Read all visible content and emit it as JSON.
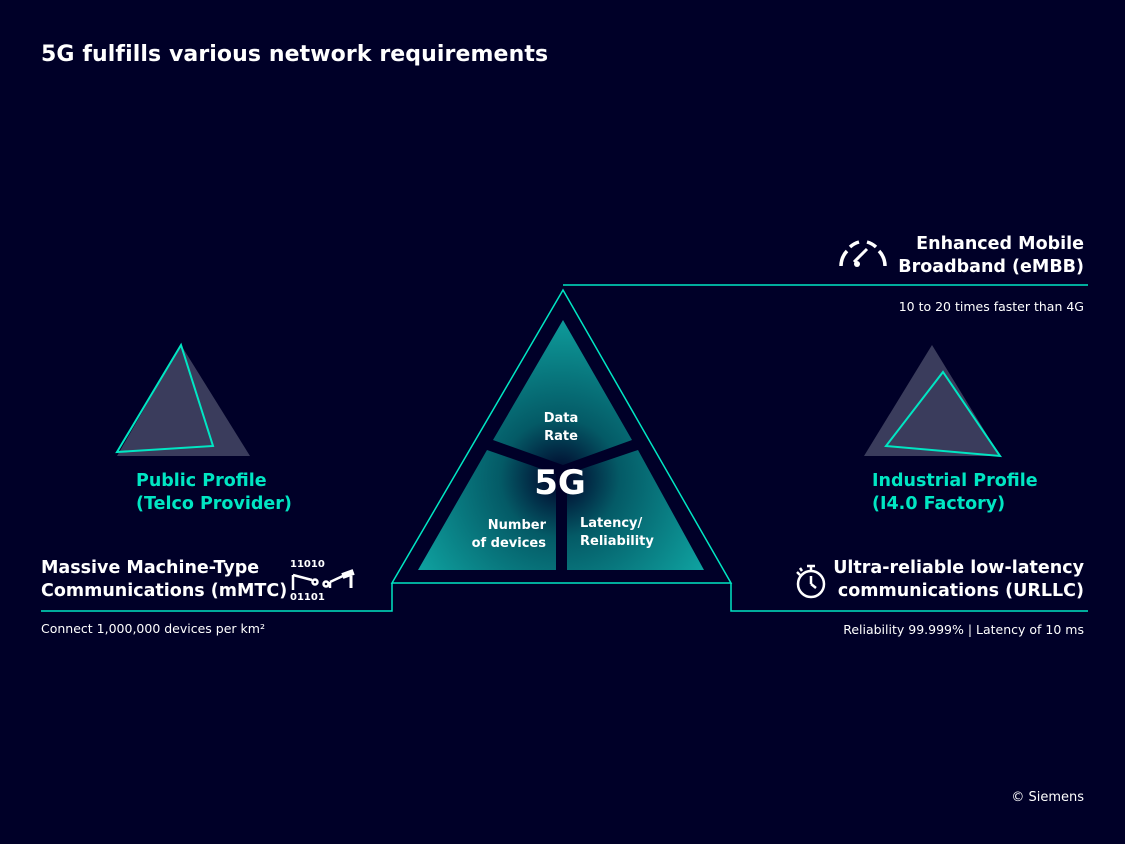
{
  "title": "5G fulfills various network requirements",
  "center": {
    "label": "5G",
    "segments": {
      "top": [
        "Data",
        "Rate"
      ],
      "left": [
        "Number",
        "of devices"
      ],
      "right": [
        "Latency/",
        "Reliability"
      ]
    }
  },
  "embb": {
    "heading": [
      "Enhanced Mobile",
      "Broadband (eMBB)"
    ],
    "detail": "10 to 20 times faster than 4G",
    "icon": "speedometer-icon"
  },
  "mmtc": {
    "heading": [
      "Massive Machine-Type",
      "Communications (mMTC)"
    ],
    "detail": "Connect 1,000,000 devices per km²",
    "icon": "robot-arm-binary-icon",
    "binary_top": "11010",
    "binary_bottom": "01101"
  },
  "urllc": {
    "heading": [
      "Ultra-reliable low-latency",
      "communications (URLLC)"
    ],
    "detail": "Reliability 99.999% | Latency of 10 ms",
    "icon": "stopwatch-icon"
  },
  "public_profile": {
    "label": [
      "Public Profile",
      "(Telco Provider)"
    ]
  },
  "industrial_profile": {
    "label": [
      "Industrial Profile",
      "(I4.0 Factory)"
    ]
  },
  "copyright": "© Siemens",
  "colors": {
    "background": "#000028",
    "accent": "#00e6c3",
    "segment_fill": "#0a8a8e",
    "profile_triangle": "#3a3c5c"
  }
}
